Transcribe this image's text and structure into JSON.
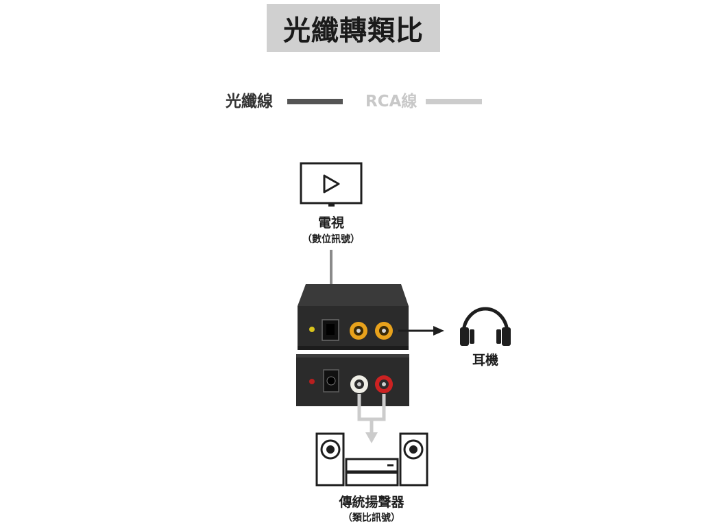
{
  "title": "光纖轉類比",
  "legend": {
    "fiber": {
      "label": "光纖線",
      "color": "#555555"
    },
    "rca": {
      "label": "RCA線",
      "color": "#cccccc"
    }
  },
  "nodes": {
    "tv": {
      "name": "電視",
      "sub": "（數位訊號）"
    },
    "headphones": {
      "name": "耳機"
    },
    "speakers": {
      "name": "傳統揚聲器",
      "sub": "（類比訊號）"
    }
  },
  "colors": {
    "arrow_dark": "#1e1e1e",
    "device_body": "#2b2b2b",
    "rca_yellow": "#e8a21c",
    "rca_white": "#efeee6",
    "rca_red": "#cc2222",
    "led_yellow": "#d8c31c",
    "led_red": "#b81f1f"
  }
}
